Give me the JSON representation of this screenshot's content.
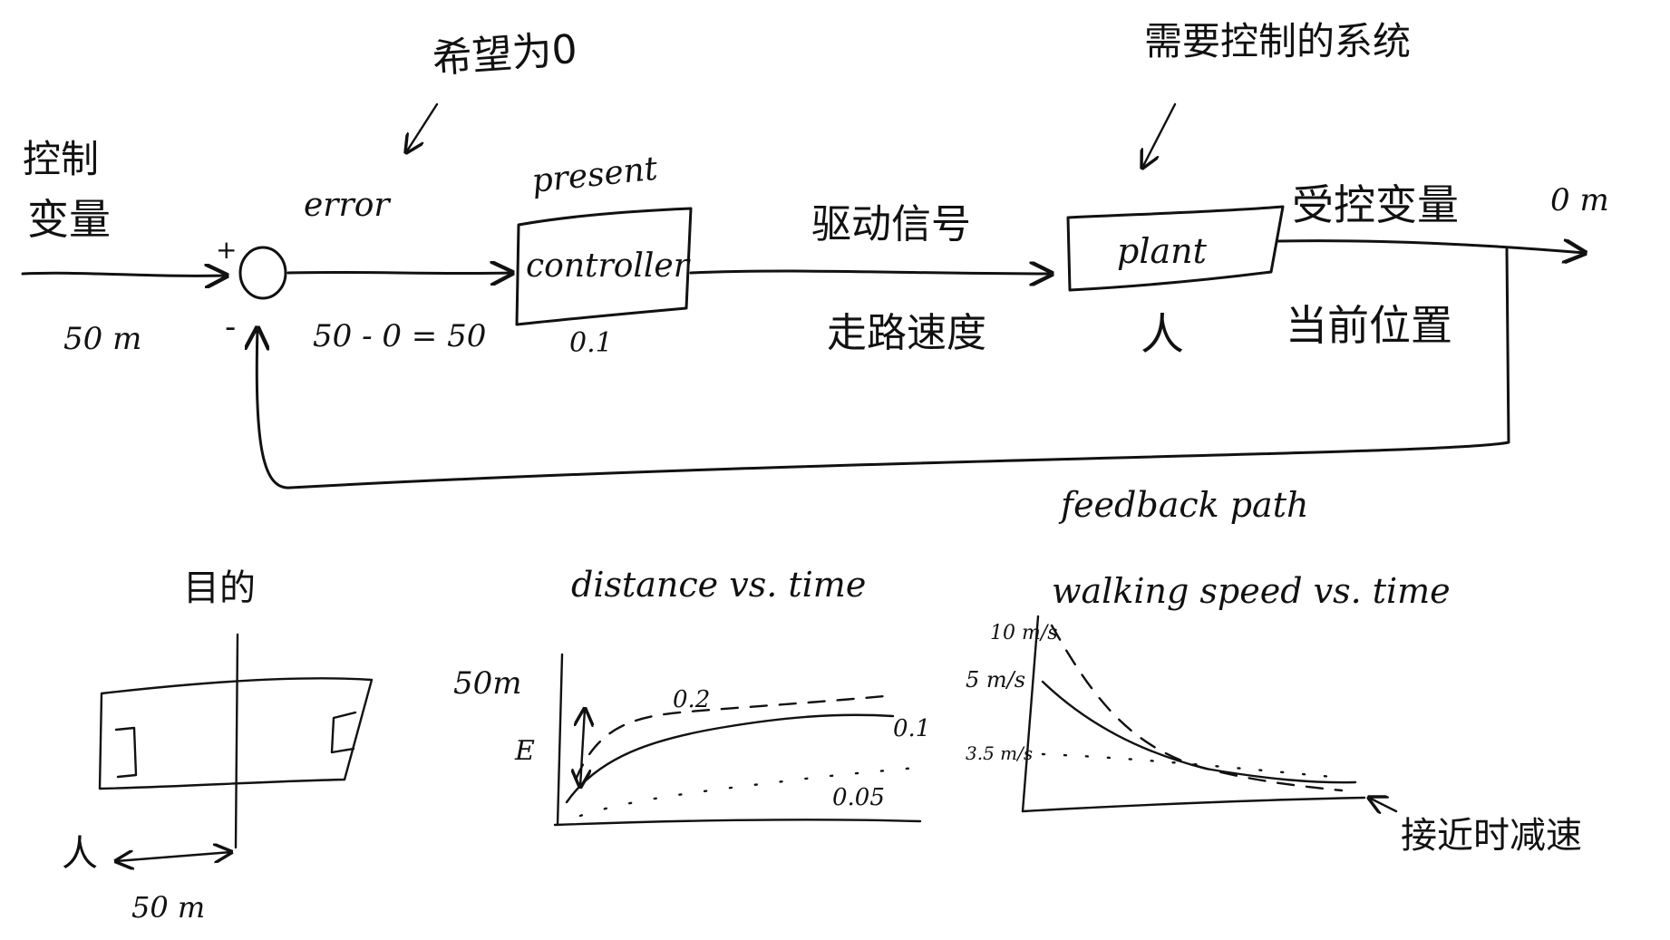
{
  "block_diagram": {
    "input_label_line1": "控制",
    "input_label_line2": "变量",
    "input_value": "50 m",
    "sum_plus": "+",
    "sum_minus": "-",
    "error_note": "希望为0",
    "error_label": "error",
    "error_value": "50 - 0 = 50",
    "controller_top_label": "present",
    "controller_label": "controller",
    "controller_gain": "0.1",
    "drive_signal_label": "驱动信号",
    "drive_signal_meaning": "走路速度",
    "plant_note": "需要控制的系统",
    "plant_label": "plant",
    "plant_meaning": "人",
    "output_label": "受控变量",
    "output_value": "0 m",
    "output_meaning": "当前位置",
    "feedback_label": "feedback path"
  },
  "sketches": {
    "goal_title": "目的",
    "goal_person": "人",
    "goal_distance": "50 m",
    "distance_title": "distance vs. time",
    "distance_ylabel_top": "50m",
    "distance_ylabel_mid": "E",
    "distance_series": [
      "0.2",
      "0.1",
      "0.05"
    ],
    "speed_title": "walking speed vs. time",
    "speed_ticks": [
      "10 m/s",
      "5 m/s",
      "3.5 m/s"
    ],
    "speed_note": "接近时减速"
  }
}
